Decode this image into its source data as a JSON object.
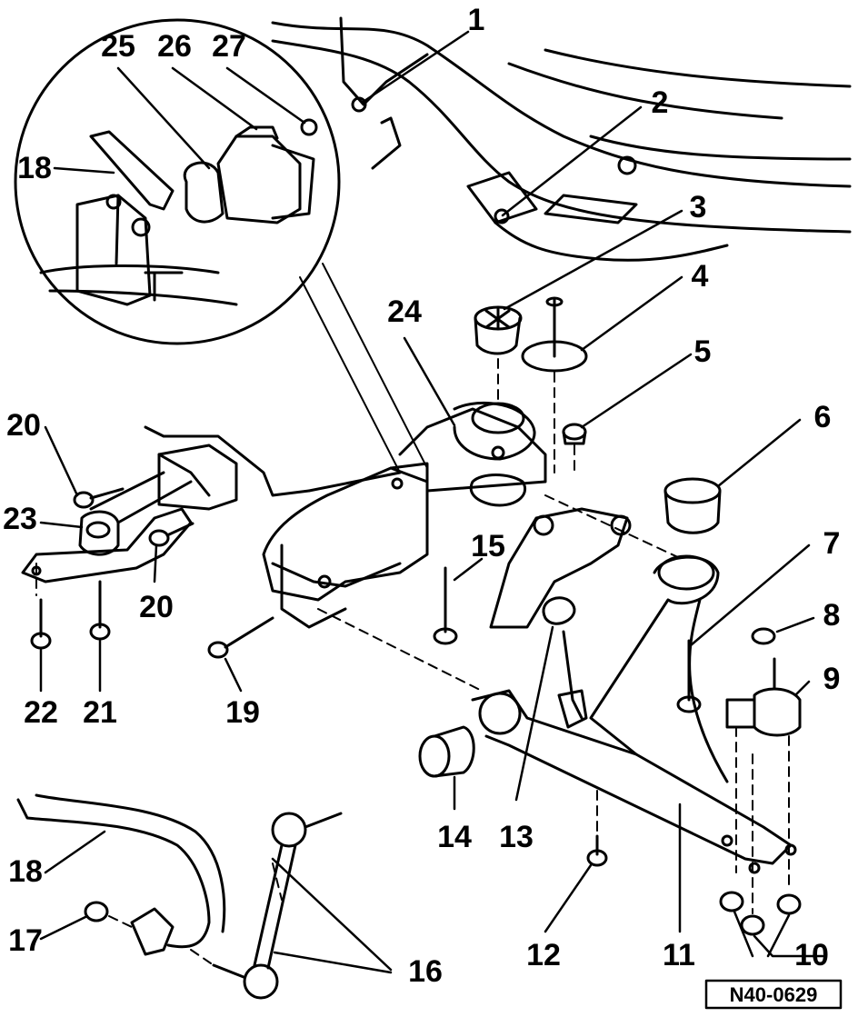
{
  "diagram": {
    "reference_code": "N40-0629",
    "callouts": [
      {
        "id": "callout-1",
        "label": "1"
      },
      {
        "id": "callout-2",
        "label": "2"
      },
      {
        "id": "callout-3",
        "label": "3"
      },
      {
        "id": "callout-4",
        "label": "4"
      },
      {
        "id": "callout-5",
        "label": "5"
      },
      {
        "id": "callout-6",
        "label": "6"
      },
      {
        "id": "callout-7",
        "label": "7"
      },
      {
        "id": "callout-8",
        "label": "8"
      },
      {
        "id": "callout-9",
        "label": "9"
      },
      {
        "id": "callout-10",
        "label": "10"
      },
      {
        "id": "callout-11",
        "label": "11"
      },
      {
        "id": "callout-12",
        "label": "12"
      },
      {
        "id": "callout-13",
        "label": "13"
      },
      {
        "id": "callout-14",
        "label": "14"
      },
      {
        "id": "callout-15",
        "label": "15"
      },
      {
        "id": "callout-16",
        "label": "16"
      },
      {
        "id": "callout-17",
        "label": "17"
      },
      {
        "id": "callout-18-detail",
        "label": "18"
      },
      {
        "id": "callout-18",
        "label": "18"
      },
      {
        "id": "callout-19",
        "label": "19"
      },
      {
        "id": "callout-20-top",
        "label": "20"
      },
      {
        "id": "callout-20-bottom",
        "label": "20"
      },
      {
        "id": "callout-21",
        "label": "21"
      },
      {
        "id": "callout-22",
        "label": "22"
      },
      {
        "id": "callout-23",
        "label": "23"
      },
      {
        "id": "callout-24",
        "label": "24"
      },
      {
        "id": "callout-25",
        "label": "25"
      },
      {
        "id": "callout-26",
        "label": "26"
      },
      {
        "id": "callout-27",
        "label": "27"
      }
    ]
  }
}
